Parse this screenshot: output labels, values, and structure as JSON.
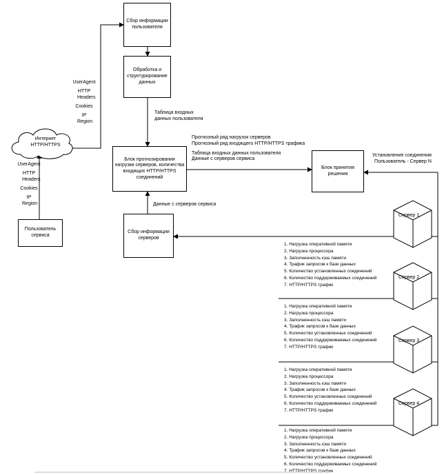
{
  "nodes": {
    "collect_user": "Сбор информации пользователя",
    "process": "Обработка и структурирование данных",
    "forecast": "Блок прогнозирования нагрузки серверов, количества входящих HTTP/HTTPS соединений",
    "decision": "Блок принятия решения",
    "collect_servers": "Сбор информации серверов",
    "user": "Пользователь сервиса",
    "internet": "Интернет HTTP/HTTPS"
  },
  "edge_labels": {
    "upper_left": [
      "UserAgent",
      "HTTP Headers",
      "Cookies",
      "IP Region"
    ],
    "lower_left": [
      "UserAgent",
      "HTTP Headers",
      "Cookies",
      "IP Region"
    ],
    "input_table": "Таблица входных данных пользователя",
    "forecast_out": [
      "Прогнозный ряд нагрузок серверов",
      "Прогнозный ряд входящего HTTP/HTTPS трафика",
      "Таблица входных данных пользователя",
      "Данные с серверов сервиса"
    ],
    "server_data": "Данные с серверов сервиса",
    "connection": [
      "Установление соединения",
      "Пользователь - Сервер N"
    ]
  },
  "servers": [
    "Сервер 1",
    "Сервер 2",
    "Сервер 3",
    "Сервер 4"
  ],
  "metrics": [
    "1. Нагрузка оперативной памяти",
    "2. Нагрузка процессора",
    "3. Заполненность кэш памяти",
    "4. Трафик запросов к базе данных",
    "5. Количество установленных соединений",
    "6. Количество поддерживаемых соединений",
    "7. HTTP/HTTPS трафик"
  ]
}
